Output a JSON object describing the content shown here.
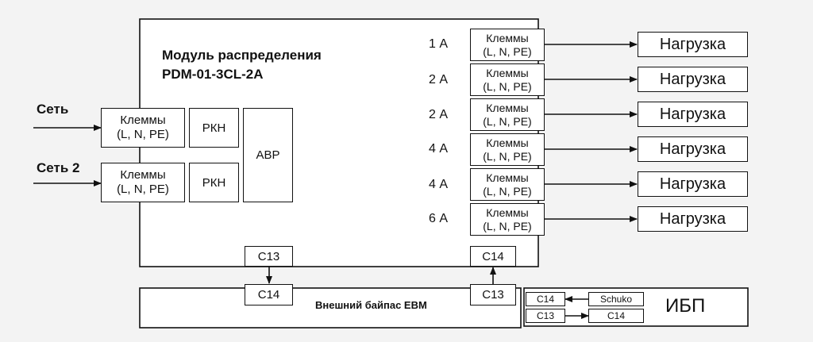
{
  "module": {
    "title_line1": "Модуль распределения",
    "title_line2": "PDM-01-3CL-2A"
  },
  "inputs": {
    "grid1": "Сеть",
    "grid2": "Сеть 2",
    "terminals_line1": "Клеммы",
    "terminals_line2": "(L, N, PE)",
    "rkn": "РКН",
    "avr": "АВР"
  },
  "outputs": [
    {
      "rating": "1 А",
      "load": "Нагрузка"
    },
    {
      "rating": "2 А",
      "load": "Нагрузка"
    },
    {
      "rating": "2 А",
      "load": "Нагрузка"
    },
    {
      "rating": "4 А",
      "load": "Нагрузка"
    },
    {
      "rating": "4 А",
      "load": "Нагрузка"
    },
    {
      "rating": "6 А",
      "load": "Нагрузка"
    }
  ],
  "output_terminals": {
    "line1": "Клеммы",
    "line2": "(L, N, PE)"
  },
  "module_connectors": {
    "left": "C13",
    "right": "C14"
  },
  "bypass": {
    "title": "Внешний байпас ЕВМ",
    "left_connector": "C14",
    "right_connector": "C13",
    "cable_c14": "C14",
    "cable_c13": "C13"
  },
  "ups": {
    "title": "ИБП",
    "schuko": "Schuko",
    "c14": "C14"
  }
}
